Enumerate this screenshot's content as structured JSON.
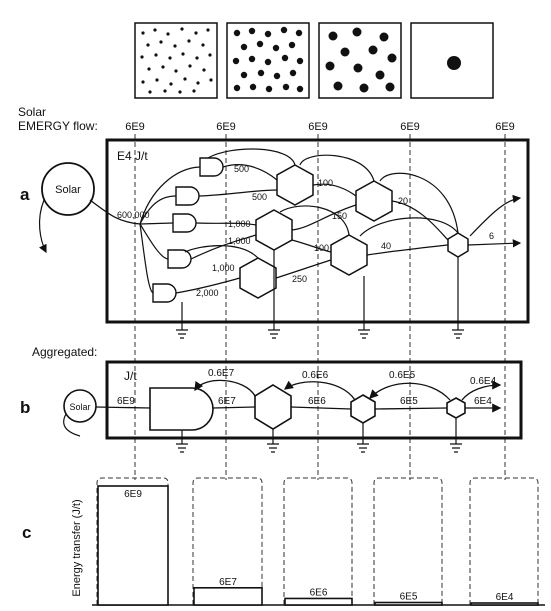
{
  "solar_header": {
    "line1": "Solar",
    "line2": "EMERGY flow:"
  },
  "emergy_flow_values": [
    "6E9",
    "6E9",
    "6E9",
    "6E9",
    "6E9"
  ],
  "panel_a": {
    "letter": "a",
    "unit": "E4 J/t",
    "source_label": "Solar",
    "input_flow": "600,000",
    "flow_labels": [
      "500",
      "500",
      "1,000",
      "1,000",
      "1,000",
      "2,000",
      "100",
      "150",
      "100",
      "250",
      "20",
      "40",
      "6"
    ]
  },
  "aggregated_label": "Aggregated:",
  "panel_b": {
    "letter": "b",
    "unit": "J/t",
    "source_label": "Solar",
    "input_flow": "6E9",
    "feedback_labels": [
      "0.6E7",
      "0.6E6",
      "0.6E5",
      "0.6E4"
    ],
    "forward_labels": [
      "6E7",
      "6E6",
      "6E5",
      "6E4"
    ]
  },
  "panel_c": {
    "letter": "c",
    "ylabel": "Energy transfer (J/t)"
  },
  "chart_data": {
    "type": "bar",
    "categories": [
      "",
      "",
      "",
      "",
      ""
    ],
    "values": [
      6000000000,
      60000000,
      6000000,
      600000,
      60000
    ],
    "value_labels": [
      "6E9",
      "6E7",
      "6E6",
      "6E5",
      "6E4"
    ],
    "ylabel": "Energy transfer (J/t)",
    "note": ""
  }
}
